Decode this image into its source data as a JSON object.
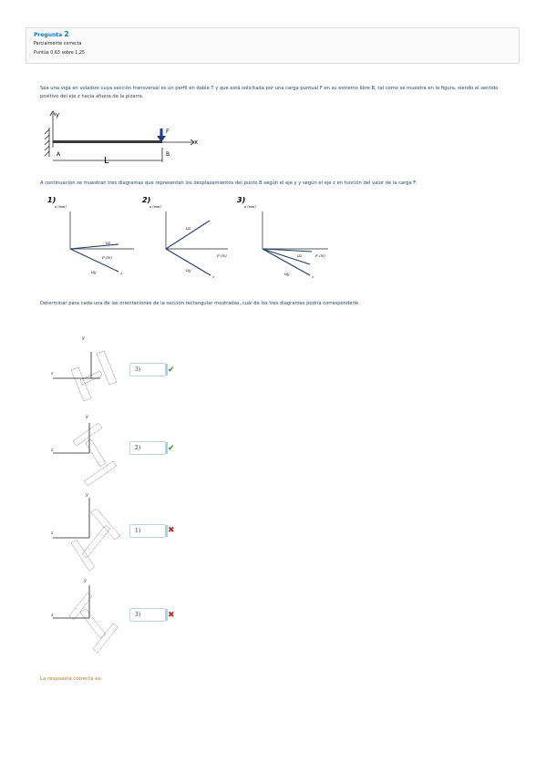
{
  "question": {
    "prefix": "Pregunta",
    "number": "2",
    "status": "Parcialmente correcta",
    "score": "Puntúa 0,63 sobre 1,25"
  },
  "texts": {
    "p1": "Sea una viga en voladizo cuya sección transversal es un perfil en doble T y que está solicitada por una carga puntual F en su extremo libre B, tal como se muestra en la figura, siendo el sentido positivo del eje z hacia afuera de la pizarra.",
    "p2": "A continuación se muestran tres diagramas que representan los desplazamientos del punto B según el eje y y según el eje z en función del valor de la carga F:",
    "p3": "Determinar para cada una de las orientaciones de la sección rectangular mostradas, cuál de los tres diagramas podría corresponderle.",
    "answer": "La respuesta correcta es:"
  },
  "beam": {
    "y": "y",
    "x": "x",
    "F": "F",
    "A": "A",
    "B": "B",
    "L": "L"
  },
  "diagrams": [
    {
      "number": "1)",
      "ylabel": "u (mm)",
      "xlabel": "F (N)",
      "uz": "uz",
      "uy": "uy",
      "z": "z"
    },
    {
      "number": "2)",
      "ylabel": "u (mm)",
      "xlabel": "F (N)",
      "uz": "uz",
      "uy": "uy",
      "z": "z"
    },
    {
      "number": "3)",
      "ylabel": "u (mm)",
      "xlabel": "F (N)",
      "uz": "uz",
      "uy": "uy",
      "z": "z"
    }
  ],
  "sections": [
    {
      "axis_y": "y",
      "axis_z": "z",
      "answer": "3)",
      "result": "correct",
      "mark": "✔"
    },
    {
      "axis_y": "y",
      "axis_z": "z",
      "answer": "2)",
      "result": "correct",
      "mark": "✔"
    },
    {
      "axis_y": "y",
      "axis_z": "z",
      "answer": "1)",
      "result": "incorrect",
      "mark": "✖"
    },
    {
      "axis_y": "y",
      "axis_z": "z",
      "answer": "3)",
      "result": "incorrect",
      "mark": "✖"
    }
  ],
  "colors": {
    "accent": "#1177d1",
    "ok": "#3a8a2e",
    "bad": "#b3312c",
    "answer": "#b5762a",
    "line": "#1f3b6e"
  }
}
